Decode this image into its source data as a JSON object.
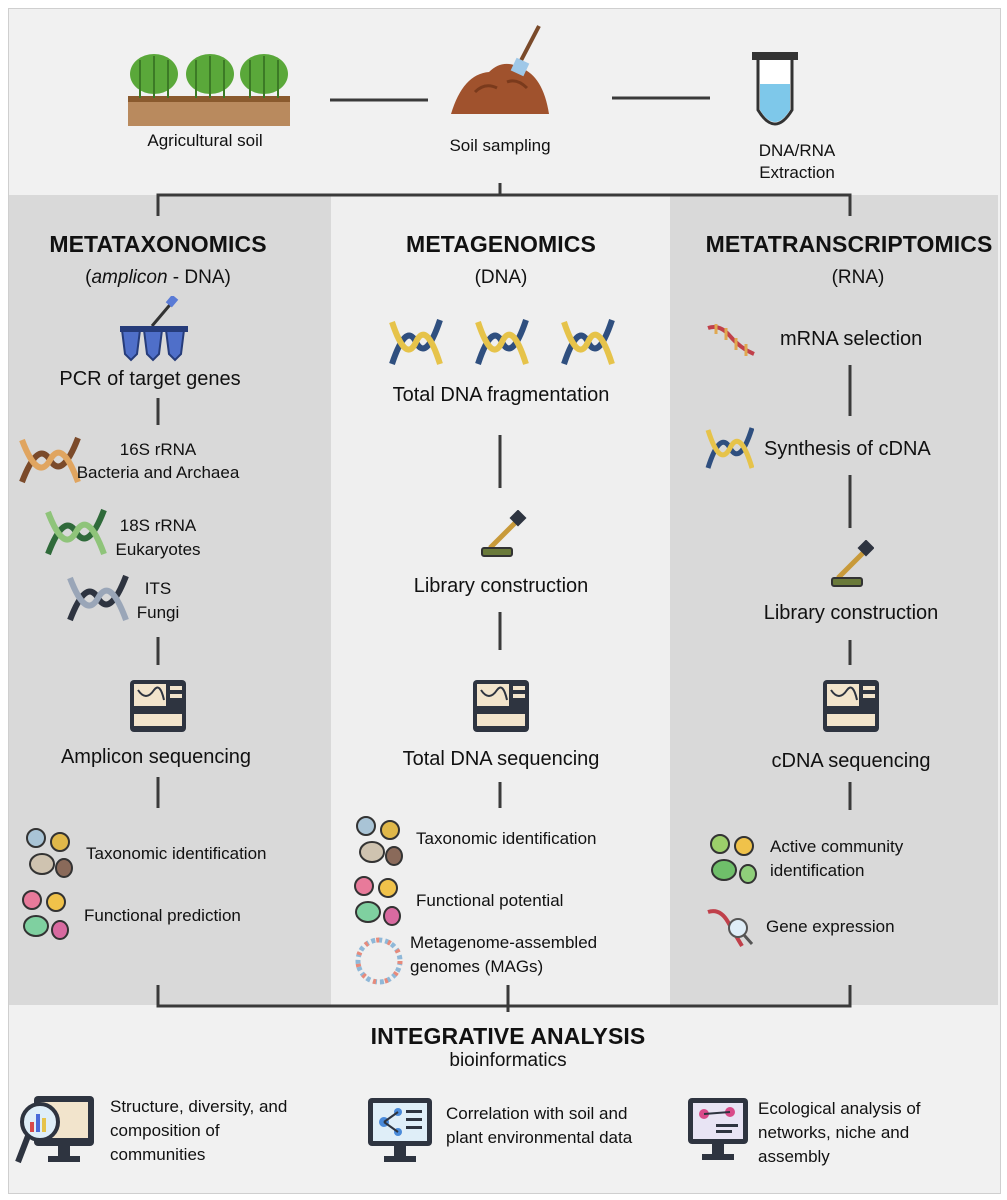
{
  "top": {
    "agricultural_soil": "Agricultural soil",
    "soil_sampling": "Soil sampling",
    "extraction_line1": "DNA/RNA",
    "extraction_line2": "Extraction"
  },
  "columns": {
    "metataxonomics": {
      "title": "METATAXONOMICS",
      "subtitle_italic": "amplicon",
      "subtitle_rest": " - DNA)",
      "subtitle_open": "(",
      "pcr": "PCR of target genes",
      "targets": [
        {
          "line1": "16S rRNA",
          "line2": "Bacteria and Archaea"
        },
        {
          "line1": "18S rRNA",
          "line2": "Eukaryotes"
        },
        {
          "line1": "ITS",
          "line2": "Fungi"
        }
      ],
      "sequencing": "Amplicon sequencing",
      "outputs": [
        "Taxonomic identification",
        "Functional prediction"
      ]
    },
    "metagenomics": {
      "title": "METAGENOMICS",
      "subtitle": "(DNA)",
      "fragmentation": "Total DNA fragmentation",
      "library": "Library construction",
      "sequencing": "Total DNA sequencing",
      "outputs": [
        "Taxonomic identification",
        "Functional potential"
      ],
      "mags_line1": "Metagenome-assembled",
      "mags_line2": "genomes (MAGs)"
    },
    "metatranscriptomics": {
      "title": "METATRANSCRIPTOMICS",
      "subtitle": "(RNA)",
      "mrna": "mRNA selection",
      "cdna": "Synthesis of cDNA",
      "library": "Library construction",
      "sequencing": "cDNA sequencing",
      "active_line1": "Active community",
      "active_line2": "identification",
      "expression": "Gene expression"
    }
  },
  "integrative": {
    "title": "INTEGRATIVE ANALYSIS",
    "subtitle": "bioinformatics",
    "items": [
      {
        "line1": "Structure, diversity, and",
        "line2": "composition of",
        "line3": "communities"
      },
      {
        "line1": "Correlation with soil and",
        "line2": "plant environmental data"
      },
      {
        "line1": "Ecological analysis of",
        "line2": "networks, niche and",
        "line3": "assembly"
      }
    ]
  }
}
